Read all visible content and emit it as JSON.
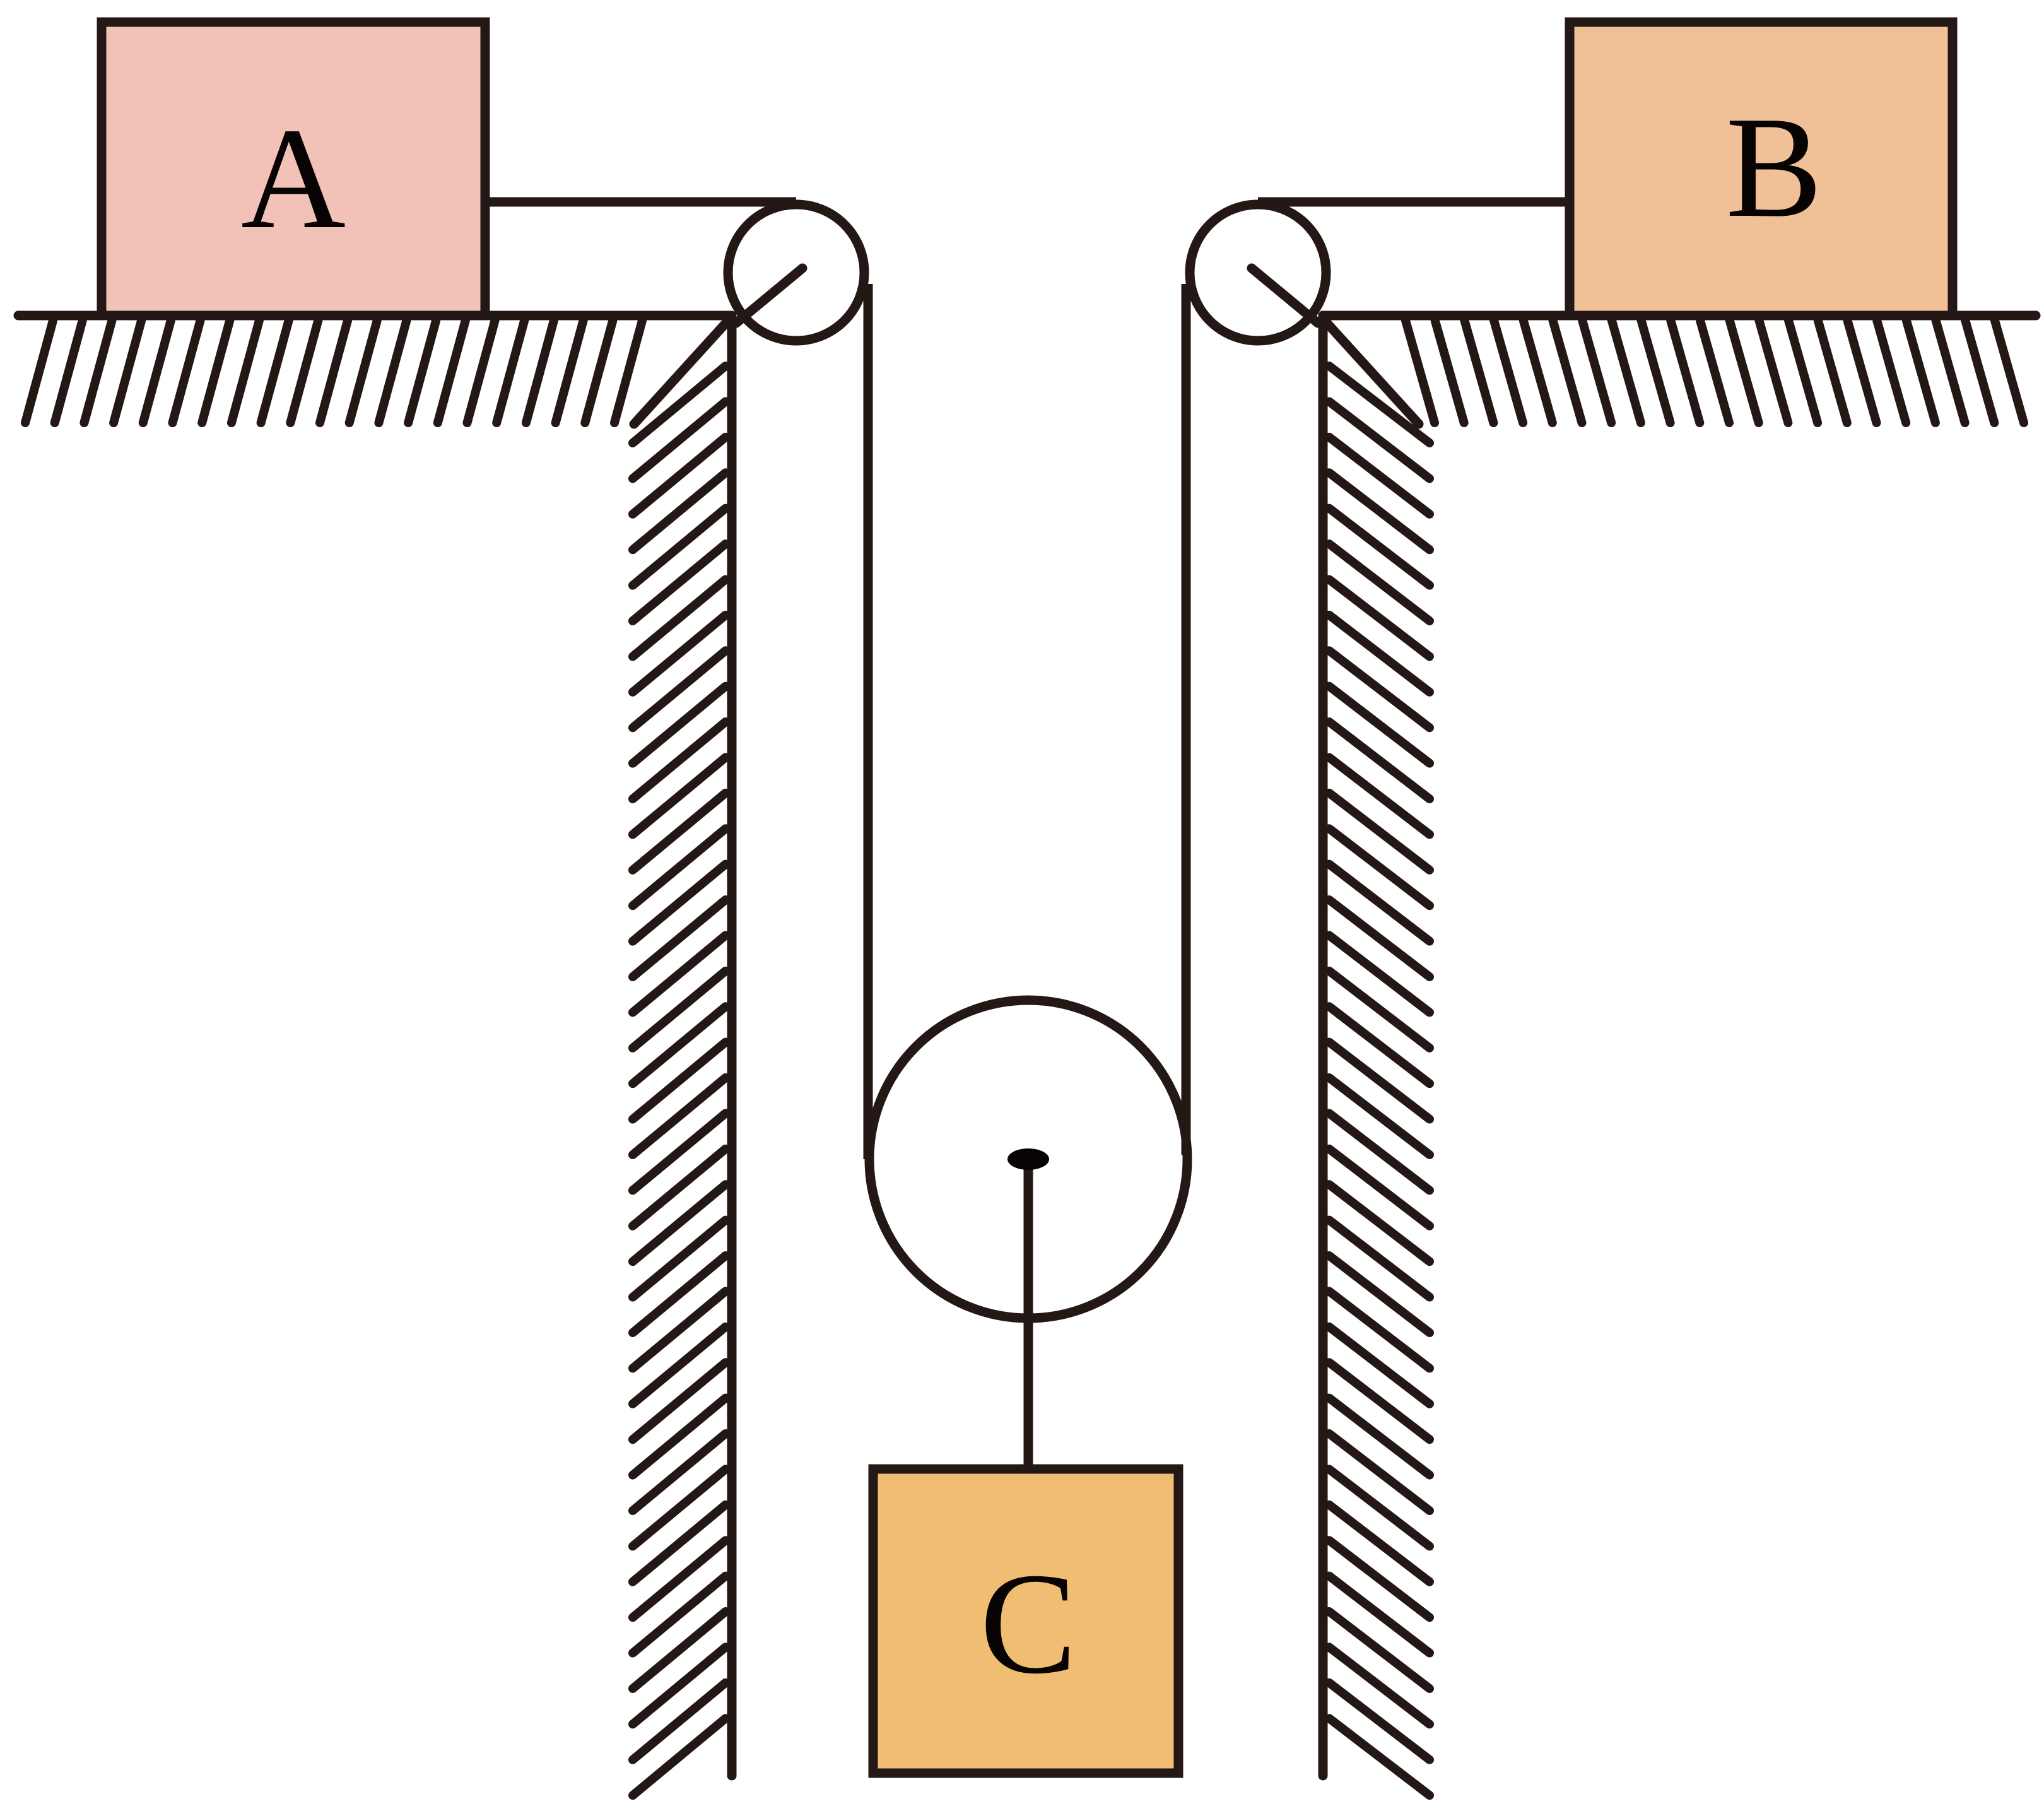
{
  "diagram": {
    "type": "pulley-system",
    "colors": {
      "stroke": "#231815",
      "block_a_fill": "#F2C2B8",
      "block_b_fill": "#F0C197",
      "block_c_fill": "#F0BE72",
      "axle": "#070303",
      "background": "#FFFFFF"
    },
    "blocks": {
      "a": {
        "label": "A"
      },
      "b": {
        "label": "B"
      },
      "c": {
        "label": "C"
      }
    }
  }
}
